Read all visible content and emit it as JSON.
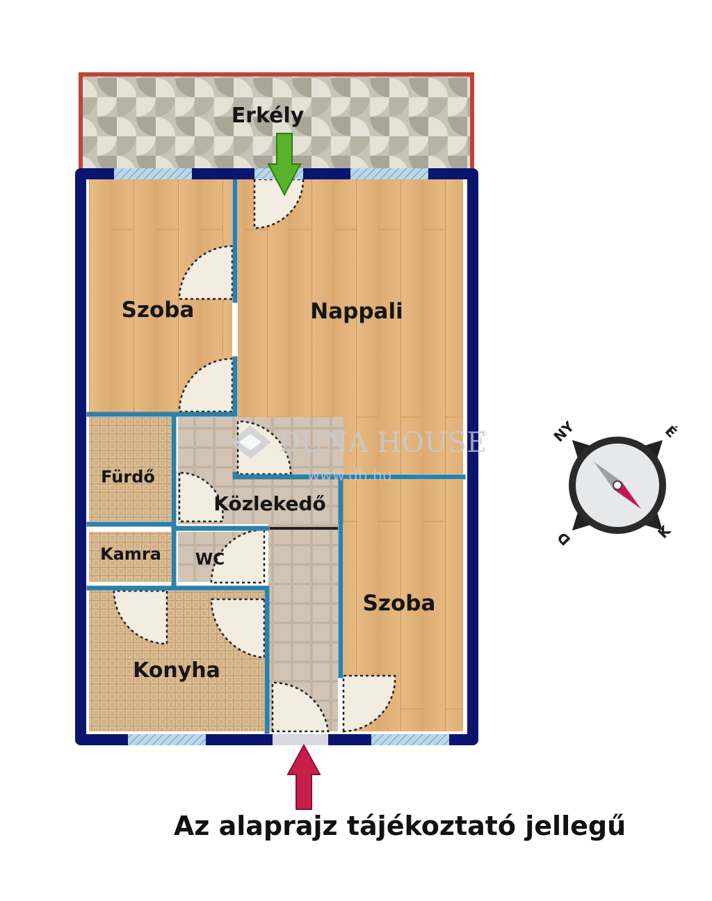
{
  "rooms": {
    "erkely": "Erkély",
    "szoba_1": "Szoba",
    "nappali": "Nappali",
    "furdo": "Fürdő",
    "kozlekedo": "Közlekedő",
    "kamra": "Kamra",
    "wc": "WC",
    "konyha": "Konyha",
    "szoba_2": "Szoba"
  },
  "watermark": {
    "brand": "DUNA HOUSE",
    "registered": "®",
    "url": "www.dh.hu"
  },
  "compass": {
    "north": "É",
    "east": "K",
    "south": "D",
    "west": "NY"
  },
  "disclaimer": "Az alaprajz tájékoztató jellegű",
  "colors": {
    "outer_wall": "#0b1570",
    "inner_wall": "#2f7fa6",
    "wood_floor": "#e2b37a",
    "tile_floor": "#c9b9a9",
    "mosaic_floor": "#d7b98f",
    "balcony_rail": "#c0423a",
    "window": "#9fc6dc",
    "entrance_arrow": "#c81e4a",
    "balcony_arrow": "#58b329",
    "compass_needle_north": "#c2185b",
    "compass_needle_south": "#9aa0a6"
  }
}
